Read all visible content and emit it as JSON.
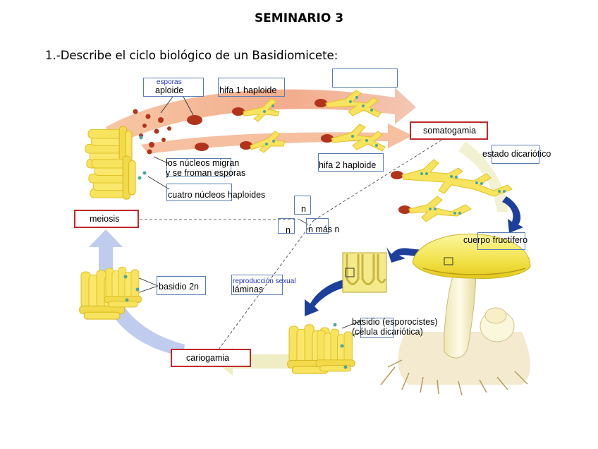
{
  "header": {
    "title": "SEMINARIO 3",
    "question": "1.-Describe el ciclo biológico de un Basidiomicete:"
  },
  "labels": {
    "esporas": "esporas",
    "aploide": "aploide",
    "hifa1": "hifa 1 haploide",
    "somatogamia": "somatogamia",
    "nucleos_line1": "los núcleos migran",
    "nucleos_line2": "y se froman esporas",
    "hifa2": "hifa 2 haploide",
    "estado_dicariotico": "estado dicariótico",
    "cuatro_nucleos": "cuatro núcleos haploides",
    "n_top": "n",
    "meiosis": "meiosis",
    "n_left": "n",
    "n_mas_n": "n más n",
    "cuerpo_fructifero": "cuerpo fructífero",
    "reproduccion_sexual": "reproducción sexual",
    "laminas": "láminas",
    "basidio_2n": "basidio 2n",
    "basidio_line1": "basidio (esporocistes)",
    "basidio_line2": "(célula dicariótica)",
    "cariogamia": "cariogamia"
  },
  "colors": {
    "red_box": "#c0282d",
    "blue_box": "#5a7db5",
    "orange_arrow": "#f3b48f",
    "lilac_arrow": "#b9c6ec",
    "cream_arrow": "#eeedc4",
    "navy_arrow": "#1d3f9c",
    "hypha_yellow": "#f7e35d",
    "spore_red": "#b2331c"
  }
}
